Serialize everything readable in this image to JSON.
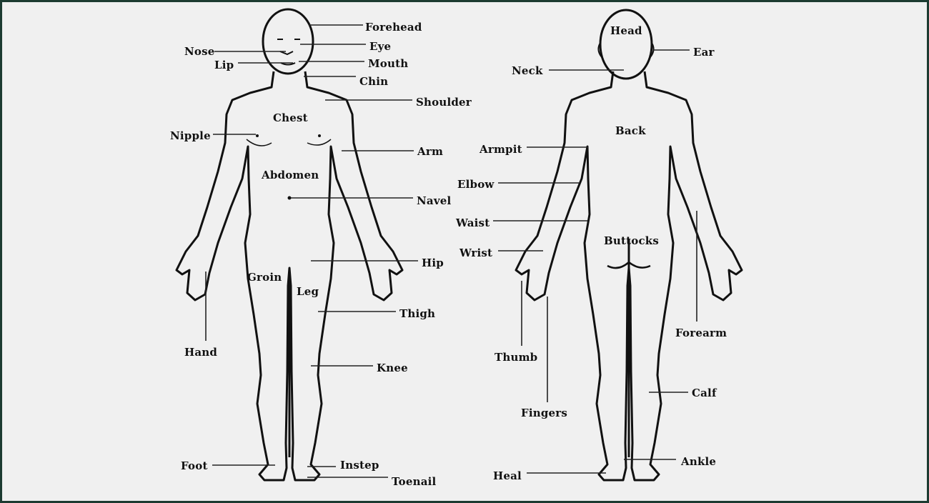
{
  "front_labels": {
    "forehead": "Forehead",
    "eye": "Eye",
    "nose": "Nose",
    "lip": "Lip",
    "mouth": "Mouth",
    "chin": "Chin",
    "shoulder": "Shoulder",
    "chest": "Chest",
    "nipple": "Nipple",
    "arm": "Arm",
    "abdomen": "Abdomen",
    "navel": "Navel",
    "hip": "Hip",
    "groin": "Groin",
    "leg": "Leg",
    "thigh": "Thigh",
    "hand": "Hand",
    "knee": "Knee",
    "foot": "Foot",
    "instep": "Instep",
    "toenail": "Toenail"
  },
  "back_labels": {
    "head": "Head",
    "ear": "Ear",
    "neck": "Neck",
    "back": "Back",
    "armpit": "Armpit",
    "elbow": "Elbow",
    "waist": "Waist",
    "buttocks": "Buttocks",
    "wrist": "Wrist",
    "forearm": "Forearm",
    "thumb": "Thumb",
    "fingers": "Fingers",
    "calf": "Calf",
    "ankle": "Ankle",
    "heal": "Heal"
  }
}
